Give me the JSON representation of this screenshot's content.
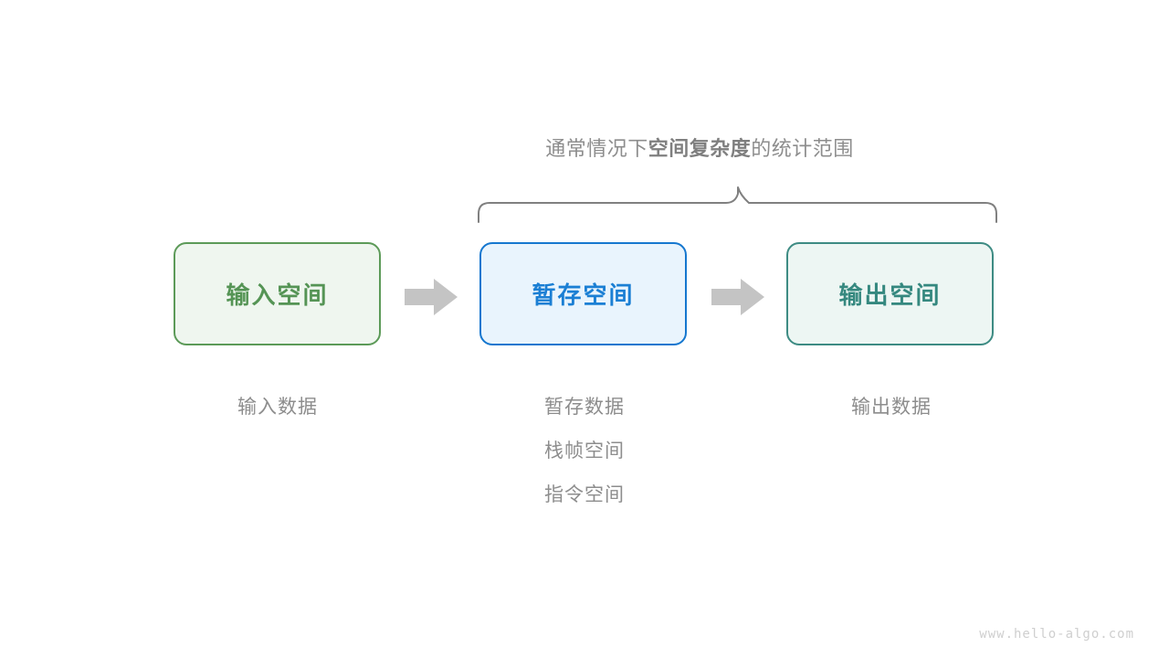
{
  "diagram": {
    "title_parts": {
      "prefix": "通常情况下",
      "emphasis": "空间复杂度",
      "suffix": "的统计范围"
    },
    "brace": {
      "label": "scope-brace",
      "color": "#808080"
    },
    "arrow_color": "#c4c4c4",
    "nodes": [
      {
        "id": "input",
        "label": "输入空间",
        "border_color": "#5c9a58",
        "fill_color": "#eff6ef",
        "text_color": "#559455",
        "captions": [
          "输入数据"
        ]
      },
      {
        "id": "buffer",
        "label": "暂存空间",
        "border_color": "#1577cf",
        "fill_color": "#e9f4fd",
        "text_color": "#1b7fd4",
        "captions": [
          "暂存数据",
          "栈帧空间",
          "指令空间"
        ]
      },
      {
        "id": "output",
        "label": "输出空间",
        "border_color": "#3d8b83",
        "fill_color": "#edf6f3",
        "text_color": "#35887f",
        "captions": [
          "输出数据"
        ]
      }
    ],
    "arrows": [
      {
        "id": "arrow-input-to-buffer"
      },
      {
        "id": "arrow-buffer-to-output"
      }
    ],
    "watermark": "www.hello-algo.com"
  }
}
